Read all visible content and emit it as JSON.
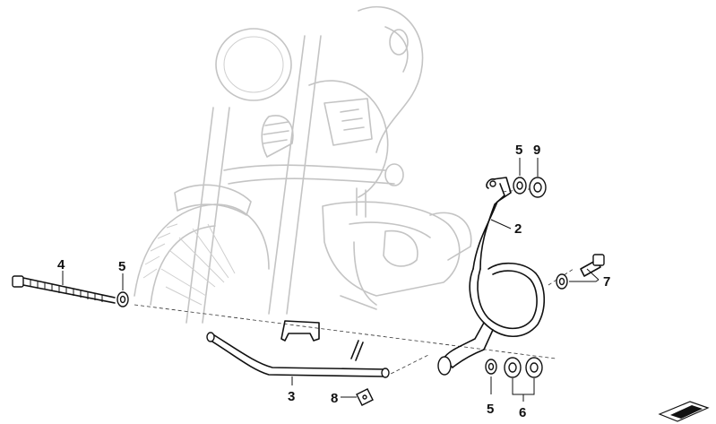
{
  "callouts": {
    "c2": "2",
    "c3": "3",
    "c4": "4",
    "c5_bolt": "5",
    "c5_top": "5",
    "c5_bottom": "5",
    "c6": "6",
    "c7": "7",
    "c8": "8",
    "c9": "9"
  },
  "icons": {
    "corner": "arrow-logo-icon"
  }
}
